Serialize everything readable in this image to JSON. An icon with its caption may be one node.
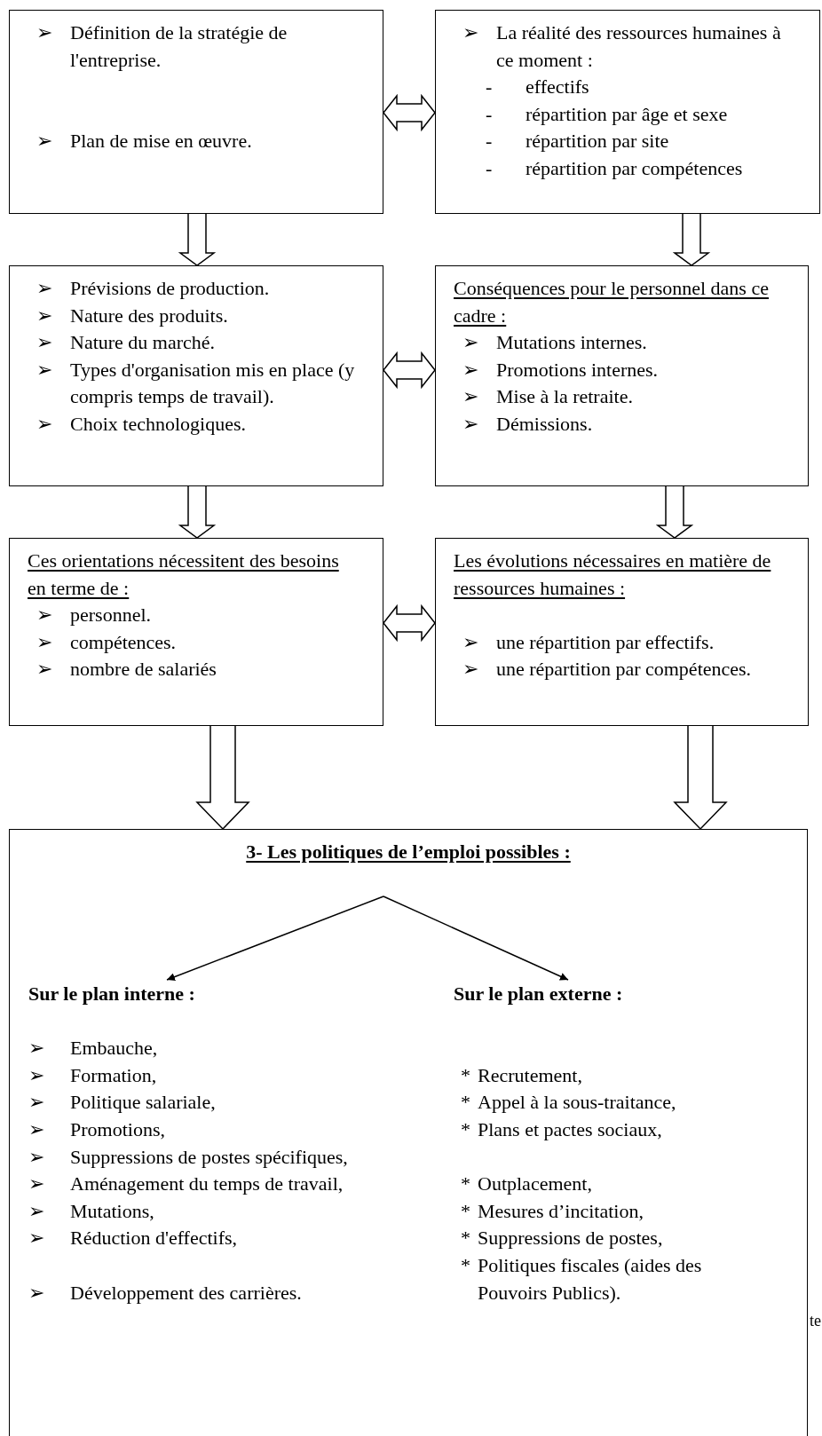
{
  "diagram": {
    "nodes": [
      {
        "text": [
          "➢ Définition de la stratégie de l'entreprise.",
          "➢ Plan de mise en œuvre."
        ]
      },
      {
        "text": [
          "➢ La réalité des ressources humaines à ce moment :",
          "- effectifs",
          "- répartition par âge et sexe",
          "- répartition par site",
          "- répartition par compétences"
        ]
      },
      {
        "text": [
          "➢ Prévisions de production.",
          "➢ Nature des produits.",
          "➢ Nature du marché.",
          "➢ Types d'organisation mis en place (y compris temps de travail).",
          "➢ Choix technologiques."
        ]
      },
      {
        "text": [
          "Conséquences pour le personnel dans ce cadre :",
          "➢ Mutations internes.",
          "➢ Promotions internes.",
          "➢ Mise à la retraite.",
          "➢ Démissions."
        ]
      },
      {
        "text": [
          "Ces orientations nécessitent des besoins en terme de :",
          "➢ personnel.",
          "➢ compétences.",
          "➢ nombre de salariés"
        ]
      },
      {
        "text": [
          "Les évolutions nécessaires en matière de ressources humaines :",
          "➢ une répartition par effectifs.",
          "➢ une répartition par compétences."
        ]
      },
      {
        "text": [
          "3- Les politiques de l’emploi possibles :"
        ]
      },
      {
        "text": [
          "Sur le plan interne :",
          "➢ Embauche,",
          "➢ Formation,",
          "➢ Politique salariale,",
          "➢ Promotions,",
          "➢ Suppressions de postes spécifiques,",
          "➢ Aménagement du temps de travail,",
          "➢ Mutations,",
          "➢ Réduction d'effectifs,",
          "➢ Développement des carrières."
        ],
        "in": 6
      },
      {
        "text": [
          "Sur le plan externe :",
          "* Recrutement,",
          "* Appel à la sous-traitance,",
          "* Plans et pactes sociaux,",
          "* Outplacement,",
          "* Mesures d’incitation,",
          "* Suppressions de postes,",
          "* Politiques fiscales (aides des Pouvoirs Publics)."
        ],
        "in": 6
      }
    ],
    "edges": [
      {
        "from": 0,
        "to": 1,
        "arrow": "both"
      },
      {
        "from": 0,
        "to": 2,
        "arrow": "to"
      },
      {
        "from": 1,
        "to": 3,
        "arrow": "to"
      },
      {
        "from": 2,
        "to": 3,
        "arrow": "both"
      },
      {
        "from": 2,
        "to": 4,
        "arrow": "to"
      },
      {
        "from": 3,
        "to": 5,
        "arrow": "to"
      },
      {
        "from": 4,
        "to": 5,
        "arrow": "both"
      },
      {
        "from": 4,
        "to": 6,
        "arrow": "to"
      },
      {
        "from": 5,
        "to": 6,
        "arrow": "to"
      },
      {
        "from": null,
        "to": 7,
        "arrow": "to"
      },
      {
        "from": null,
        "to": 8,
        "arrow": "to"
      }
    ],
    "labels": [
      "te"
    ]
  }
}
